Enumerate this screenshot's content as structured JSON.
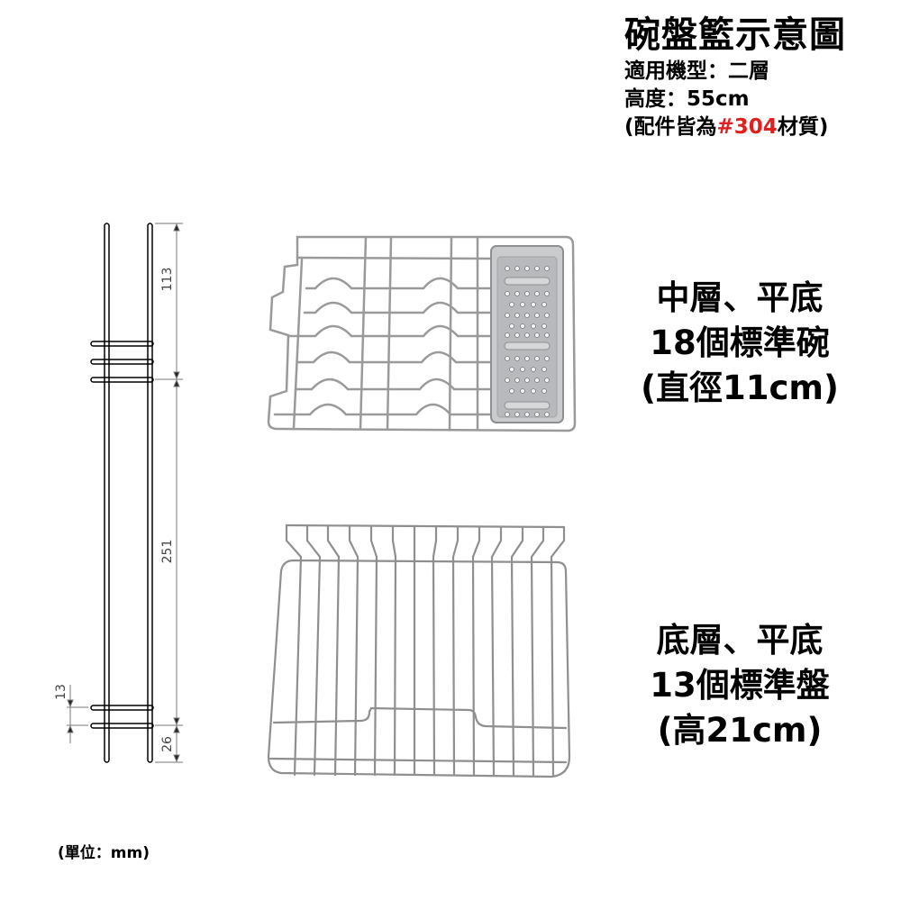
{
  "header": {
    "title": "碗盤籃示意圖",
    "model_label": "適用機型：二層",
    "height_label": "高度：55cm",
    "material_prefix": "(配件皆為",
    "material_grade": "#304",
    "material_suffix": "材質)",
    "accent_color": "#e0201f"
  },
  "middle_layer": {
    "line1": "中層、平底",
    "line2": "18個標準碗",
    "line3": "(直徑11cm)",
    "bowl_count": 18,
    "bowl_diameter_cm": 11
  },
  "bottom_layer": {
    "line1": "底層、平底",
    "line2": "13個標準盤",
    "line3": "(高21cm)",
    "plate_count": 13,
    "plate_height_cm": 21
  },
  "side_drawing": {
    "dimensions": {
      "top_segment": "113",
      "middle_segment": "251",
      "rung_spacing": "13",
      "bottom_segment": "26"
    },
    "unit_note": "(單位：mm)"
  },
  "images": {
    "middle_rack": "middle-layer-bowl-rack-with-utensil-tray",
    "bottom_rack": "bottom-layer-plate-rack"
  }
}
